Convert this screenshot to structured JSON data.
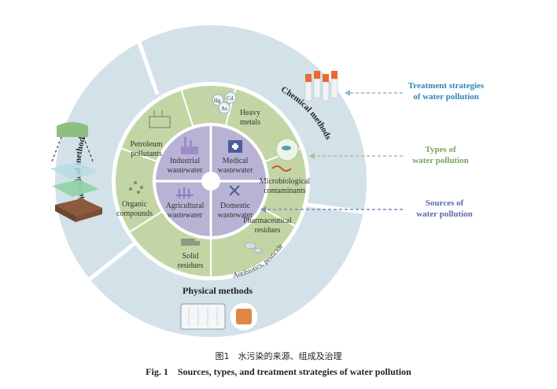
{
  "outer_ring": {
    "chemical": "Chemical methods",
    "biological": "Biological methods",
    "physical": "Physical methods"
  },
  "middle_ring": {
    "heavy_metals": [
      "Heavy",
      "metals"
    ],
    "heavy_metal_symbols": [
      "Hg",
      "Cd",
      "As"
    ],
    "petroleum": [
      "Petroleum",
      "pollutants"
    ],
    "organic": [
      "Organic",
      "compounds"
    ],
    "solid": [
      "Solid",
      "residues"
    ],
    "pharmaceutical": [
      "Pharmaceutical",
      "residues"
    ],
    "pharmaceutical_note": "(Antibiotics, pesticides)",
    "microbiological": [
      "Microbiological",
      "contaminants"
    ]
  },
  "inner_ring": {
    "industrial": [
      "Industrial",
      "wastewater"
    ],
    "medical": [
      "Medical",
      "wastewater"
    ],
    "agricultural": [
      "Agricultural",
      "wastewater"
    ],
    "domestic": [
      "Domestic",
      "wastewater"
    ]
  },
  "legend": {
    "treatment": [
      "Treatment strategies",
      "of water pollution"
    ],
    "types": [
      "Types of",
      "water pollution"
    ],
    "sources": [
      "Sources of",
      "water pollution"
    ]
  },
  "colors": {
    "outer": "#d3e1e9",
    "middle": "#c3d5a5",
    "inner": "#b8b3d4",
    "treatment": "#2a86b8",
    "types": "#7aa35a",
    "sources": "#5a6aa8"
  },
  "caption": {
    "cn": "图1　水污染的来源、组成及治理",
    "en": "Fig. 1　Sources, types, and treatment strategies of water pollution"
  }
}
